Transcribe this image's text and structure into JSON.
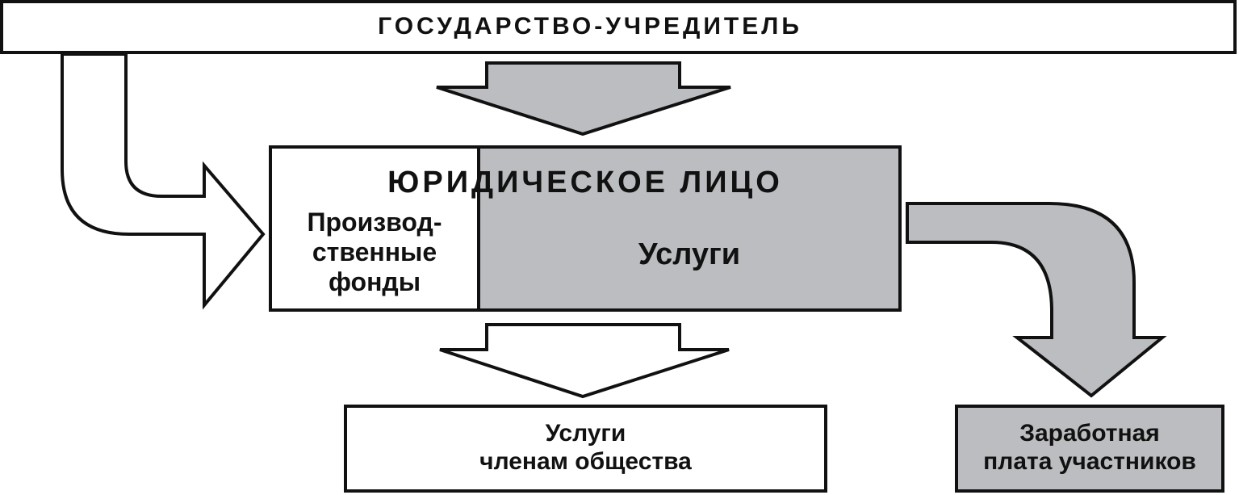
{
  "diagram": {
    "state_founder": "ГОСУДАРСТВО-УЧРЕДИТЕЛЬ",
    "legal_entity": "ЮРИДИЧЕСКОЕ ЛИЦО",
    "production_funds": "Производ-\nственные\nфонды",
    "services": "Услуги",
    "services_to_members": "Услуги\nчленам общества",
    "wages": "Заработная\nплата участников"
  },
  "colors": {
    "stroke": "#111111",
    "gray_fill": "#bcbdc0",
    "white_fill": "#ffffff"
  }
}
